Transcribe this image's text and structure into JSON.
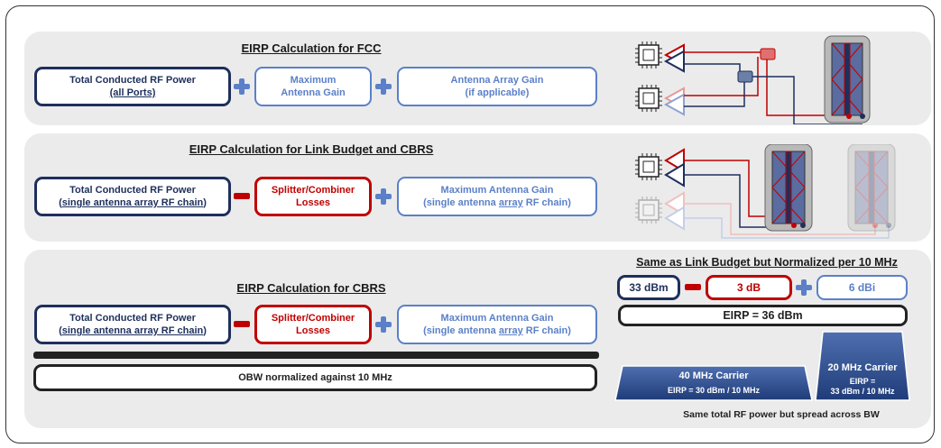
{
  "colors": {
    "navy": "#1e2f5c",
    "blue": "#5b80c8",
    "red": "#c00000",
    "panel": "#ebebeb"
  },
  "fcc": {
    "title": "EIRP Calculation for FCC",
    "conducted": {
      "line1": "Total Conducted RF Power",
      "line2": "(all Ports)"
    },
    "max_gain": {
      "line1": "Maximum",
      "line2": "Antenna Gain"
    },
    "array_gain": {
      "line1": "Antenna Array Gain",
      "line2": "(if applicable)"
    }
  },
  "link": {
    "title": "EIRP Calculation for Link Budget and CBRS",
    "conducted": {
      "line1": "Total Conducted RF Power",
      "line2_pre": "(",
      "line2_u": "single antenna array RF chain",
      "line2_post": ")"
    },
    "losses": {
      "line1": "Splitter/Combiner",
      "line2": "Losses"
    },
    "gain": {
      "line1": "Maximum Antenna Gain",
      "line2_pre": "(single antenna ",
      "line2_u": "array",
      "line2_post": " RF chain)"
    }
  },
  "cbrs": {
    "title": "EIRP Calculation for CBRS",
    "conducted": {
      "line1": "Total Conducted RF Power",
      "line2_pre": "(",
      "line2_u": "single antenna array RF chain",
      "line2_post": ")"
    },
    "losses": {
      "line1": "Splitter/Combiner",
      "line2": "Losses"
    },
    "gain": {
      "line1": "Maximum Antenna Gain",
      "line2_pre": "(single antenna ",
      "line2_u": "array",
      "line2_post": " RF chain)"
    },
    "obw": "OBW normalized against 10 MHz"
  },
  "normalized": {
    "title": "Same as Link Budget but Normalized per 10 MHz",
    "power": "33 dBm",
    "loss": "3 dB",
    "gain": "6 dBi",
    "eirp": "EIRP = 36 dBm",
    "carrier40": {
      "name": "40 MHz Carrier",
      "eirp": "EIRP = 30 dBm / 10 MHz"
    },
    "carrier20": {
      "name": "20 MHz Carrier",
      "eirp1": "EIRP =",
      "eirp2": "33 dBm / 10 MHz"
    },
    "caption": "Same total RF power but spread across BW"
  }
}
